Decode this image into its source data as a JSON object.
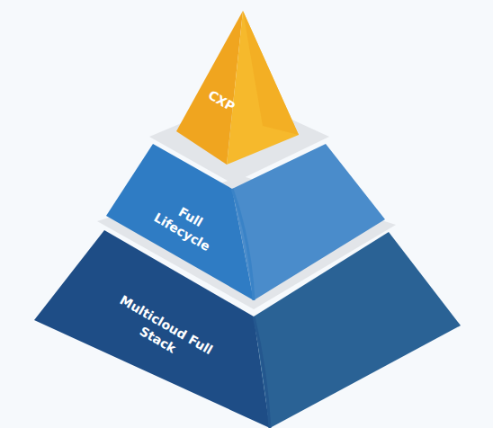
{
  "diagram": {
    "nodes": [
      {
        "text": [
          "CXP"
        ]
      },
      {
        "text": [
          "Full Lifecycle"
        ]
      },
      {
        "text": [
          "Multicloud Full Stack"
        ]
      }
    ]
  }
}
